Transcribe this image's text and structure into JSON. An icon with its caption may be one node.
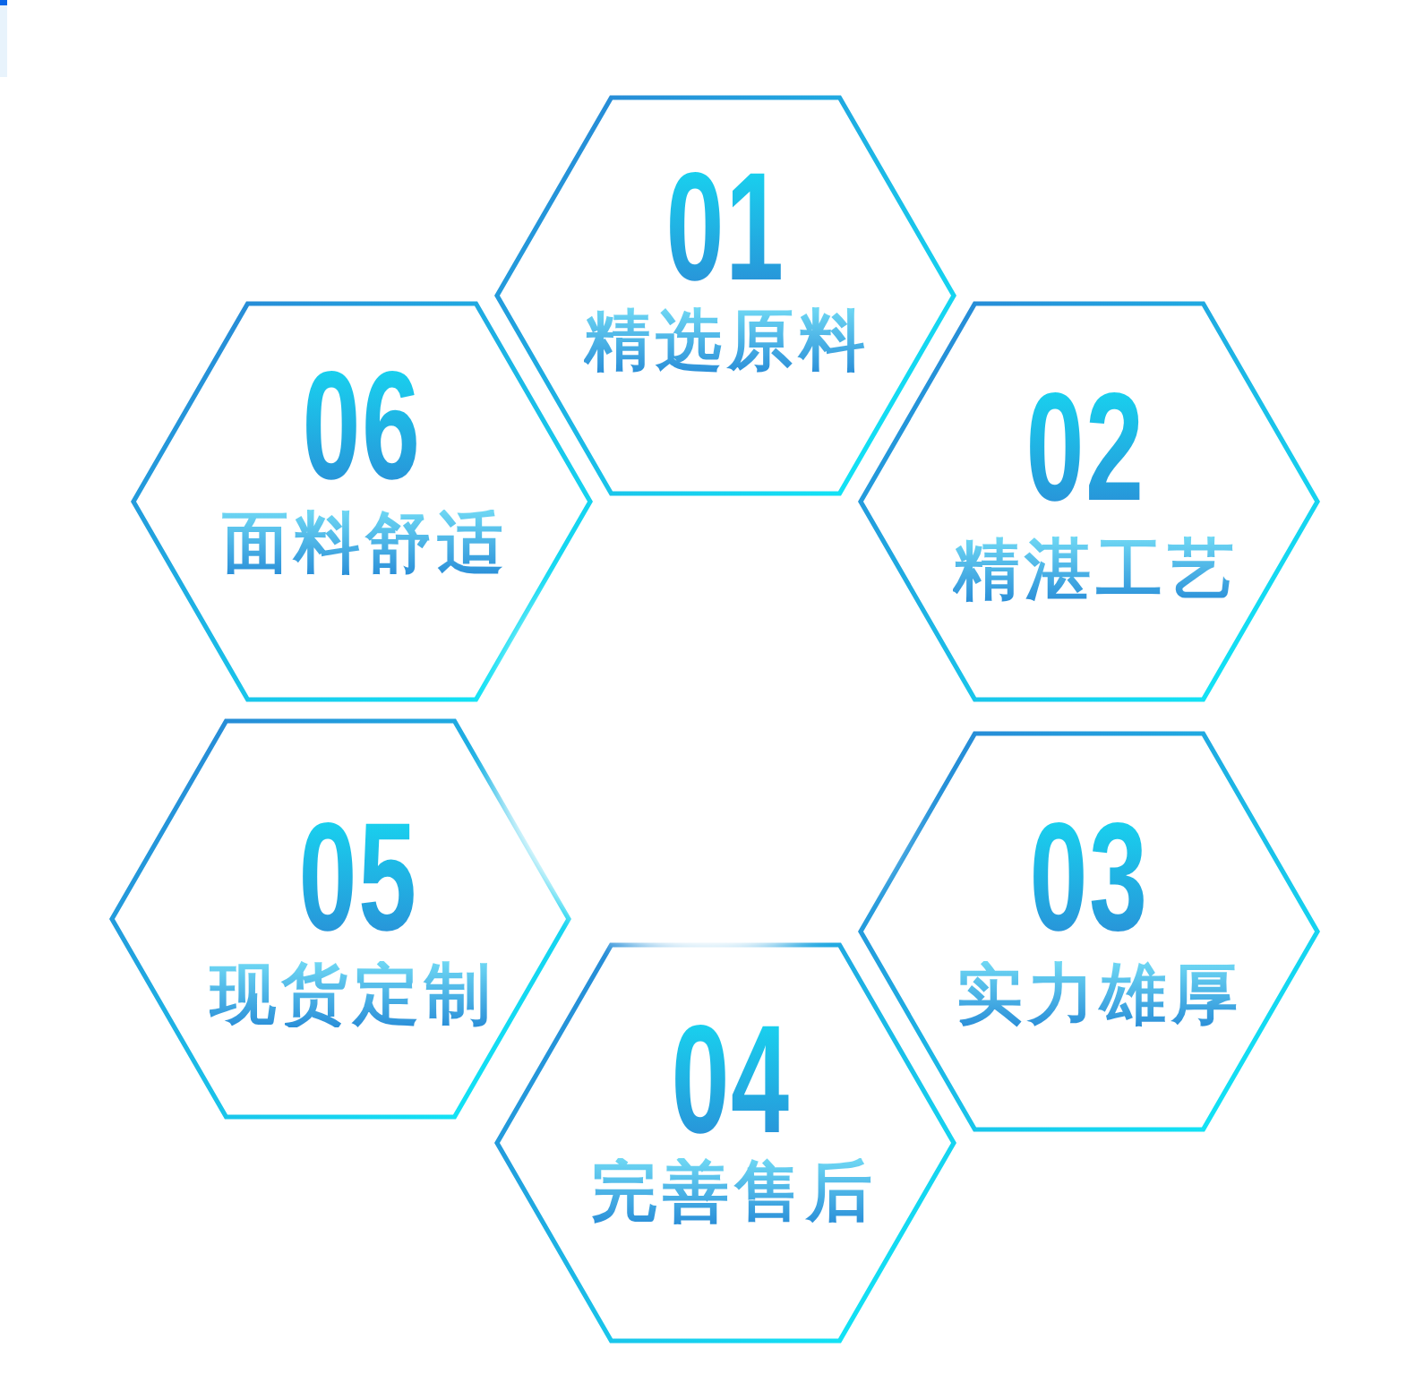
{
  "diagram": {
    "nodes": [
      {
        "text": [
          "01",
          "精选原料"
        ]
      },
      {
        "text": [
          "02",
          "精湛工艺"
        ]
      },
      {
        "text": [
          "03",
          "实力雄厚"
        ]
      },
      {
        "text": [
          "04",
          "完善售后"
        ]
      },
      {
        "text": [
          "05",
          "现货定制"
        ]
      },
      {
        "text": [
          "06",
          "面料舒适"
        ]
      }
    ]
  }
}
